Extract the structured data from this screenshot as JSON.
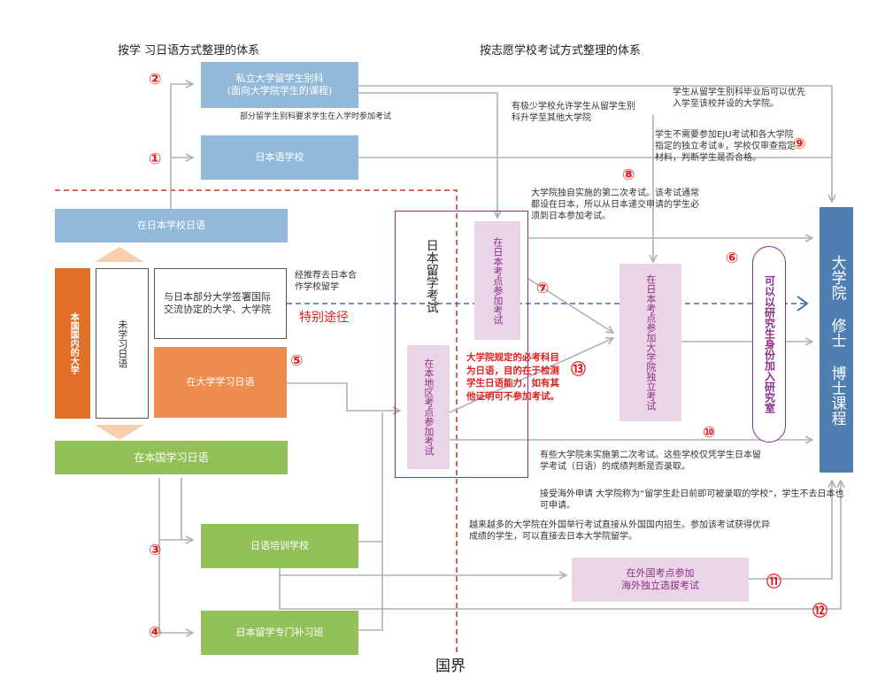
{
  "headers": {
    "left": "按学 习日语方式整理的体系",
    "right": "按志愿学校考试方式整理的体系"
  },
  "boxes": {
    "private_course": "私立大学留学生别科\n(面向大学院学生的课程)",
    "japanese_school": "日本语学校",
    "study_in_japan": "在日本学校日语",
    "home_univ": "本国国内的大学",
    "not_studied": "未学习日语",
    "agreement": "与日本部分大学签署国际交流协定的大学、大学院",
    "univ_study": "在大学学习日语",
    "home_country_study": "在本国学习日语",
    "training_school": "日语培训学校",
    "prep_class": "日本留学专门补习班",
    "eju": "日本留学考试",
    "eju_japan": "在日本考点参加考试",
    "eju_local": "在本地区考点参加考试",
    "grad_exam": "在日本考点参加大学院独立考试",
    "research_student": "可以以研究生身份加入研究室",
    "overseas_exam": "在外国考点参加\n海外独立选拔考试",
    "grad_school": "大学院 修士 博士课程"
  },
  "notes": {
    "n_private_exam": "部分留学生别科要求学生在入学时参加考试",
    "n_transfer": "有极少学校允许学生从留学生别科升学至其他大学院",
    "n_bekka_priority": "学生从留学生别科毕业后可以优先入学至该校并设的大学院。",
    "n_no_eju": "学生不需要参加EJU考试和各大学院指定的独立考试⑧，学校仅审查指定材料，判断学生是否合格。",
    "n_second_exam": "大学院独自实施的第二次考试。该考试通常都设在日本，所以从日本递交申请的学生必须到日本参加考试。",
    "n_recommend": "经推荐去日本合作学校留学",
    "n_special": "特别途径",
    "n_required": "大学院规定的必考科目为日语，目的在于检测学生日语能力，如有其他证明可不参加考试。",
    "n_no_second": "有些大学院未实施第二次考试。这些学校仅凭学生日本留学考试（日语）的成绩判断是否录取。",
    "n_overseas_apply": "接受海外申请 大学院称为“留学生赴日前即可被录取的学校”，学生不去日本也可申请。",
    "n_more_abroad": "越来越多的大学院在外国举行考试直接从外国国内招生。参加该考试获得优异成绩的学生，可以直接去日本大学院留学。",
    "border": "国界"
  },
  "numbers": [
    "①",
    "②",
    "③",
    "④",
    "⑤",
    "⑥",
    "⑦",
    "⑧",
    "⑨",
    "⑩",
    "⑪",
    "⑫",
    "⑬"
  ],
  "colors": {
    "light_blue": "#92b9da",
    "dark_blue": "#4f7fb0",
    "green": "#92c15a",
    "orange": "#ef8c4f",
    "dark_orange": "#e07028",
    "pink": "#ecd4e7",
    "purple": "#8a2f8a",
    "red": "#e02020",
    "peach": "#f8cfaa"
  }
}
